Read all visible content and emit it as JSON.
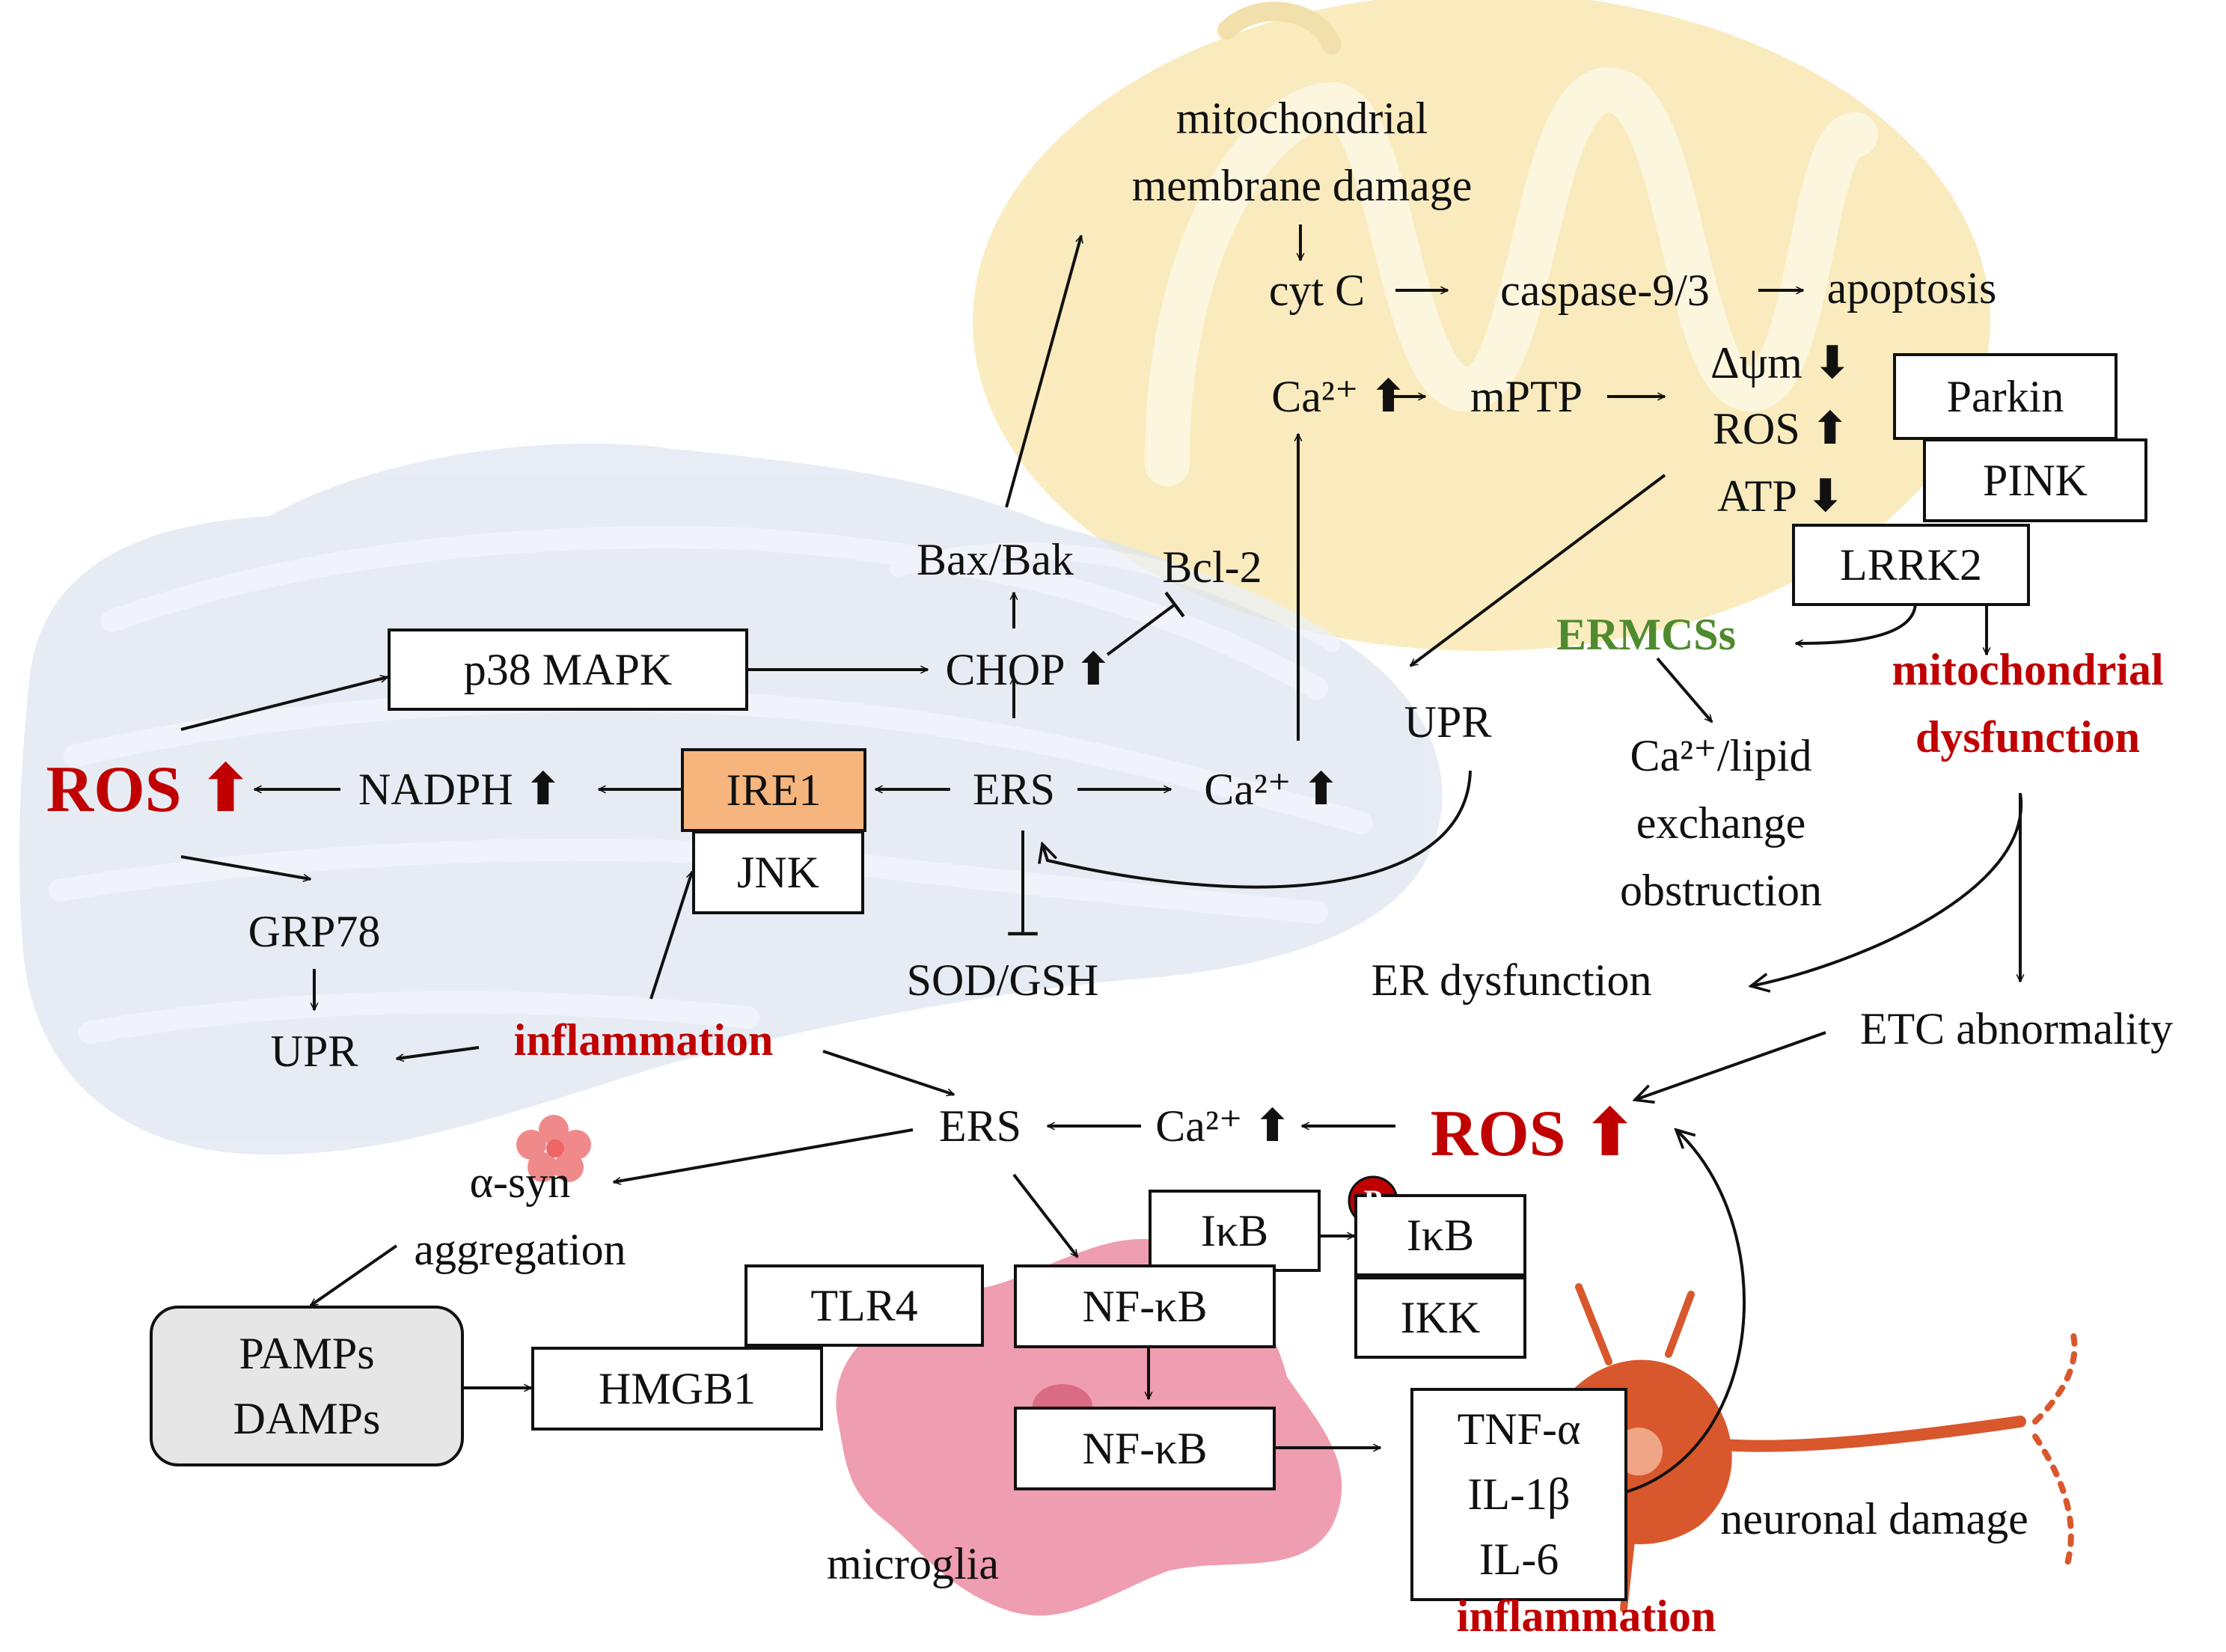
{
  "labels": {
    "mito_membrane_damage_1": "mitochondrial",
    "mito_membrane_damage_2": "membrane damage",
    "cyt_c": "cyt C",
    "caspase": "caspase-9/3",
    "apoptosis": "apoptosis",
    "ca_mito": "Ca²⁺",
    "mptp": "mPTP",
    "delta_psi": "Δψm",
    "ros_mito": "ROS",
    "atp": "ATP",
    "bax_bak": "Bax/Bak",
    "bcl2": "Bcl-2",
    "chop": "CHOP",
    "ermcss": "ERMCSs",
    "mito_dysfunction_1": "mitochondrial",
    "mito_dysfunction_2": "dysfunction",
    "upr_er": "UPR",
    "ros_left": "ROS",
    "nadph": "NADPH",
    "ers_top": "ERS",
    "ca_er": "Ca²⁺",
    "ca_lipid_1": "Ca²⁺/lipid",
    "ca_lipid_2": "exchange",
    "ca_lipid_3": "obstruction",
    "grp78": "GRP78",
    "sod_gsh": "SOD/GSH",
    "er_dysfunction": "ER dysfunction",
    "upr_left": "UPR",
    "inflammation_mid": "inflammation",
    "etc_abnormality": "ETC abnormality",
    "ers_bottom": "ERS",
    "ca_bottom": "Ca²⁺",
    "ros_bottom": "ROS",
    "asyn_1": "α-syn",
    "asyn_2": "aggregation",
    "p_badge": "P",
    "microglia": "microglia",
    "neuronal_damage": "neuronal damage",
    "inflammation_bottom": "inflammation",
    "arrow_up": "⬆",
    "arrow_down": "⬇"
  },
  "boxes": {
    "parkin": "Parkin",
    "pink": "PINK",
    "lrrk2": "LRRK2",
    "p38_mapk": "p38 MAPK",
    "ire1": "IRE1",
    "jnk": "JNK",
    "ikb_left": "IκB",
    "ikb_right": "IκB",
    "ikk": "IKK",
    "tlr4": "TLR4",
    "nfkb_top": "NF-κB",
    "nfkb_bottom": "NF-κB",
    "hmgb1": "HMGB1",
    "pamps": "PAMPs",
    "damps": "DAMPs",
    "tnf_a": "TNF-α",
    "il_1b": "IL-1β",
    "il_6": "IL-6"
  },
  "colors": {
    "red_text": "#c00000",
    "green_text": "#4f8b2e",
    "ire1_fill": "#f5b57c",
    "mito_fill": "#f8e7a8",
    "er_fill": "#dfe6f1",
    "microglia_fill": "#ef9db0",
    "neuron_fill": "#d9572c"
  }
}
